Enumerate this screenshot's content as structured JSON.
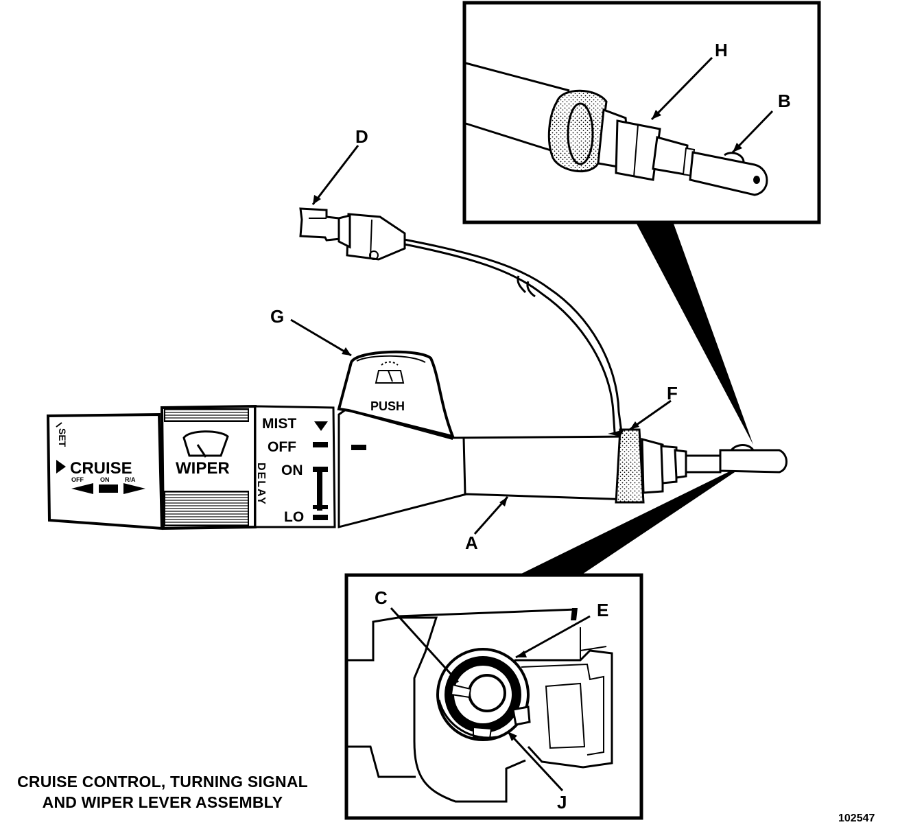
{
  "callouts": {
    "a": "A",
    "b": "B",
    "c": "C",
    "d": "D",
    "e": "E",
    "f": "F",
    "g": "G",
    "h": "H",
    "j": "J"
  },
  "lever": {
    "set": "SET",
    "cruise": "CRUISE",
    "cruise_off": "OFF",
    "cruise_on": "ON",
    "cruise_ra": "R/A",
    "wiper": "WIPER",
    "mist": "MIST",
    "off": "OFF",
    "on": "ON",
    "delay": "DELAY",
    "lo": "LO",
    "push": "PUSH"
  },
  "caption": {
    "line1": "CRUISE CONTROL, TURNING SIGNAL",
    "line2": "AND WIPER LEVER ASSEMBLY"
  },
  "figure_number": "102547"
}
